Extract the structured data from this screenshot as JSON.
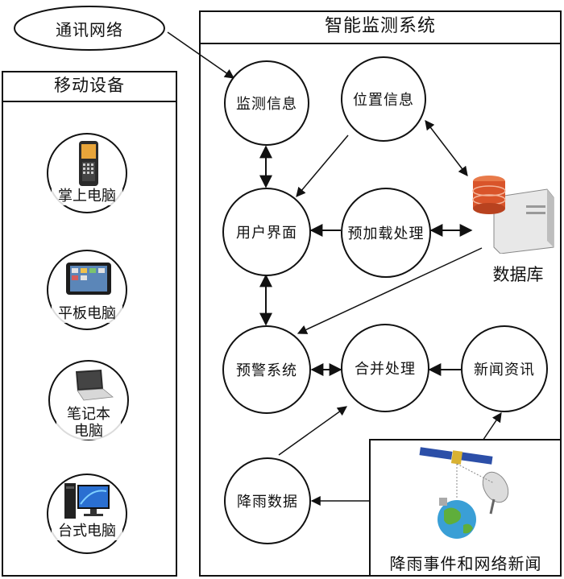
{
  "network": {
    "label": "通讯网络"
  },
  "mobile": {
    "title": "移动设备",
    "devices": [
      {
        "label": "掌上电脑",
        "icon": "handheld-pda-icon"
      },
      {
        "label": "平板电脑",
        "icon": "tablet-icon"
      },
      {
        "label_line1": "笔记本",
        "label_line2": "电脑",
        "icon": "laptop-icon"
      },
      {
        "label": "台式电脑",
        "icon": "desktop-computer-icon"
      }
    ]
  },
  "system": {
    "title": "智能监测系统",
    "nodes": {
      "monitor_info": "监测信息",
      "location_info": "位置信息",
      "user_interface": "用户界面",
      "preload": "预加载处理",
      "warning": "预警系统",
      "merge": "合并处理",
      "news": "新闻资讯",
      "rain_data": "降雨数据"
    },
    "database_label": "数据库",
    "source_label": "降雨事件和网络新闻"
  },
  "colors": {
    "line": "#111111",
    "db_cylinder": "#d9542a",
    "globe_water": "#3a9fd6",
    "globe_land": "#5fae3b"
  }
}
